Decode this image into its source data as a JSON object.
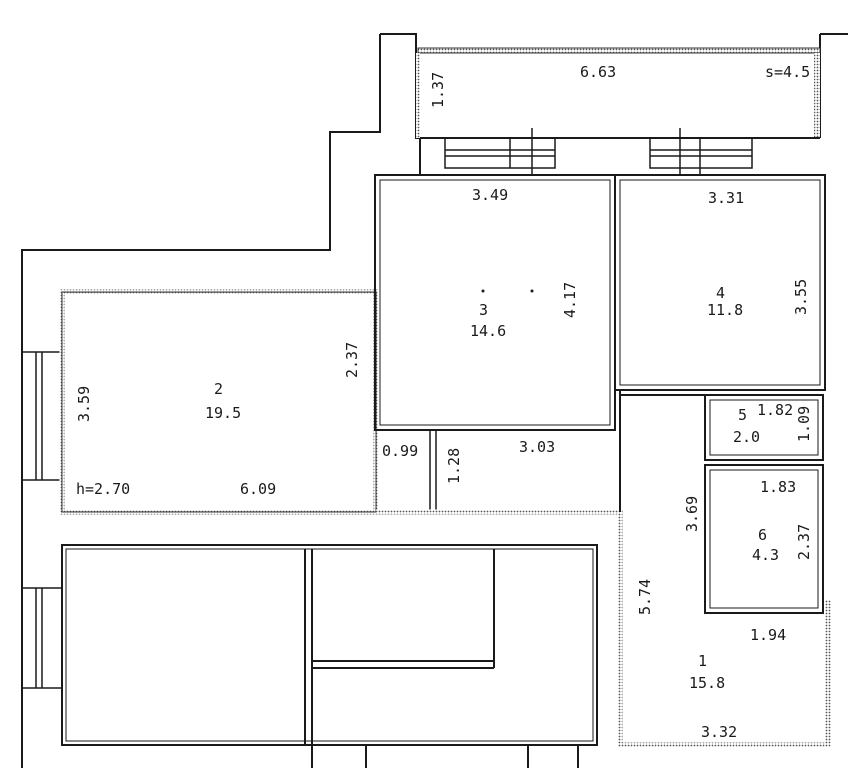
{
  "plan": {
    "ceiling_height": "h=2.70",
    "balcony": {
      "length": "6.63",
      "area": "s=4.5",
      "depth": "1.37"
    },
    "rooms": [
      {
        "id": "1",
        "number": "1",
        "area": "15.8"
      },
      {
        "id": "2",
        "number": "2",
        "area": "19.5"
      },
      {
        "id": "3",
        "number": "3",
        "area": "14.6"
      },
      {
        "id": "4",
        "number": "4",
        "area": "11.8"
      },
      {
        "id": "5",
        "number": "5",
        "area": "2.0"
      },
      {
        "id": "6",
        "number": "6",
        "area": "4.3"
      }
    ],
    "dimensions": {
      "room3_width": "3.49",
      "room3_height": "4.17",
      "room3_bottom": "3.03",
      "room4_width": "3.31",
      "room4_height": "3.55",
      "room2_height": "3.59",
      "room2_inner": "2.37",
      "room2_width": "6.09",
      "passage_width": "0.99",
      "passage_height": "1.28",
      "room5_width": "1.82",
      "room5_height": "1.09",
      "room6_width": "1.83",
      "room6_height": "2.37",
      "room6_side": "3.69",
      "hall_height": "5.74",
      "hall_mid": "1.94",
      "hall_bottom": "3.32"
    }
  }
}
